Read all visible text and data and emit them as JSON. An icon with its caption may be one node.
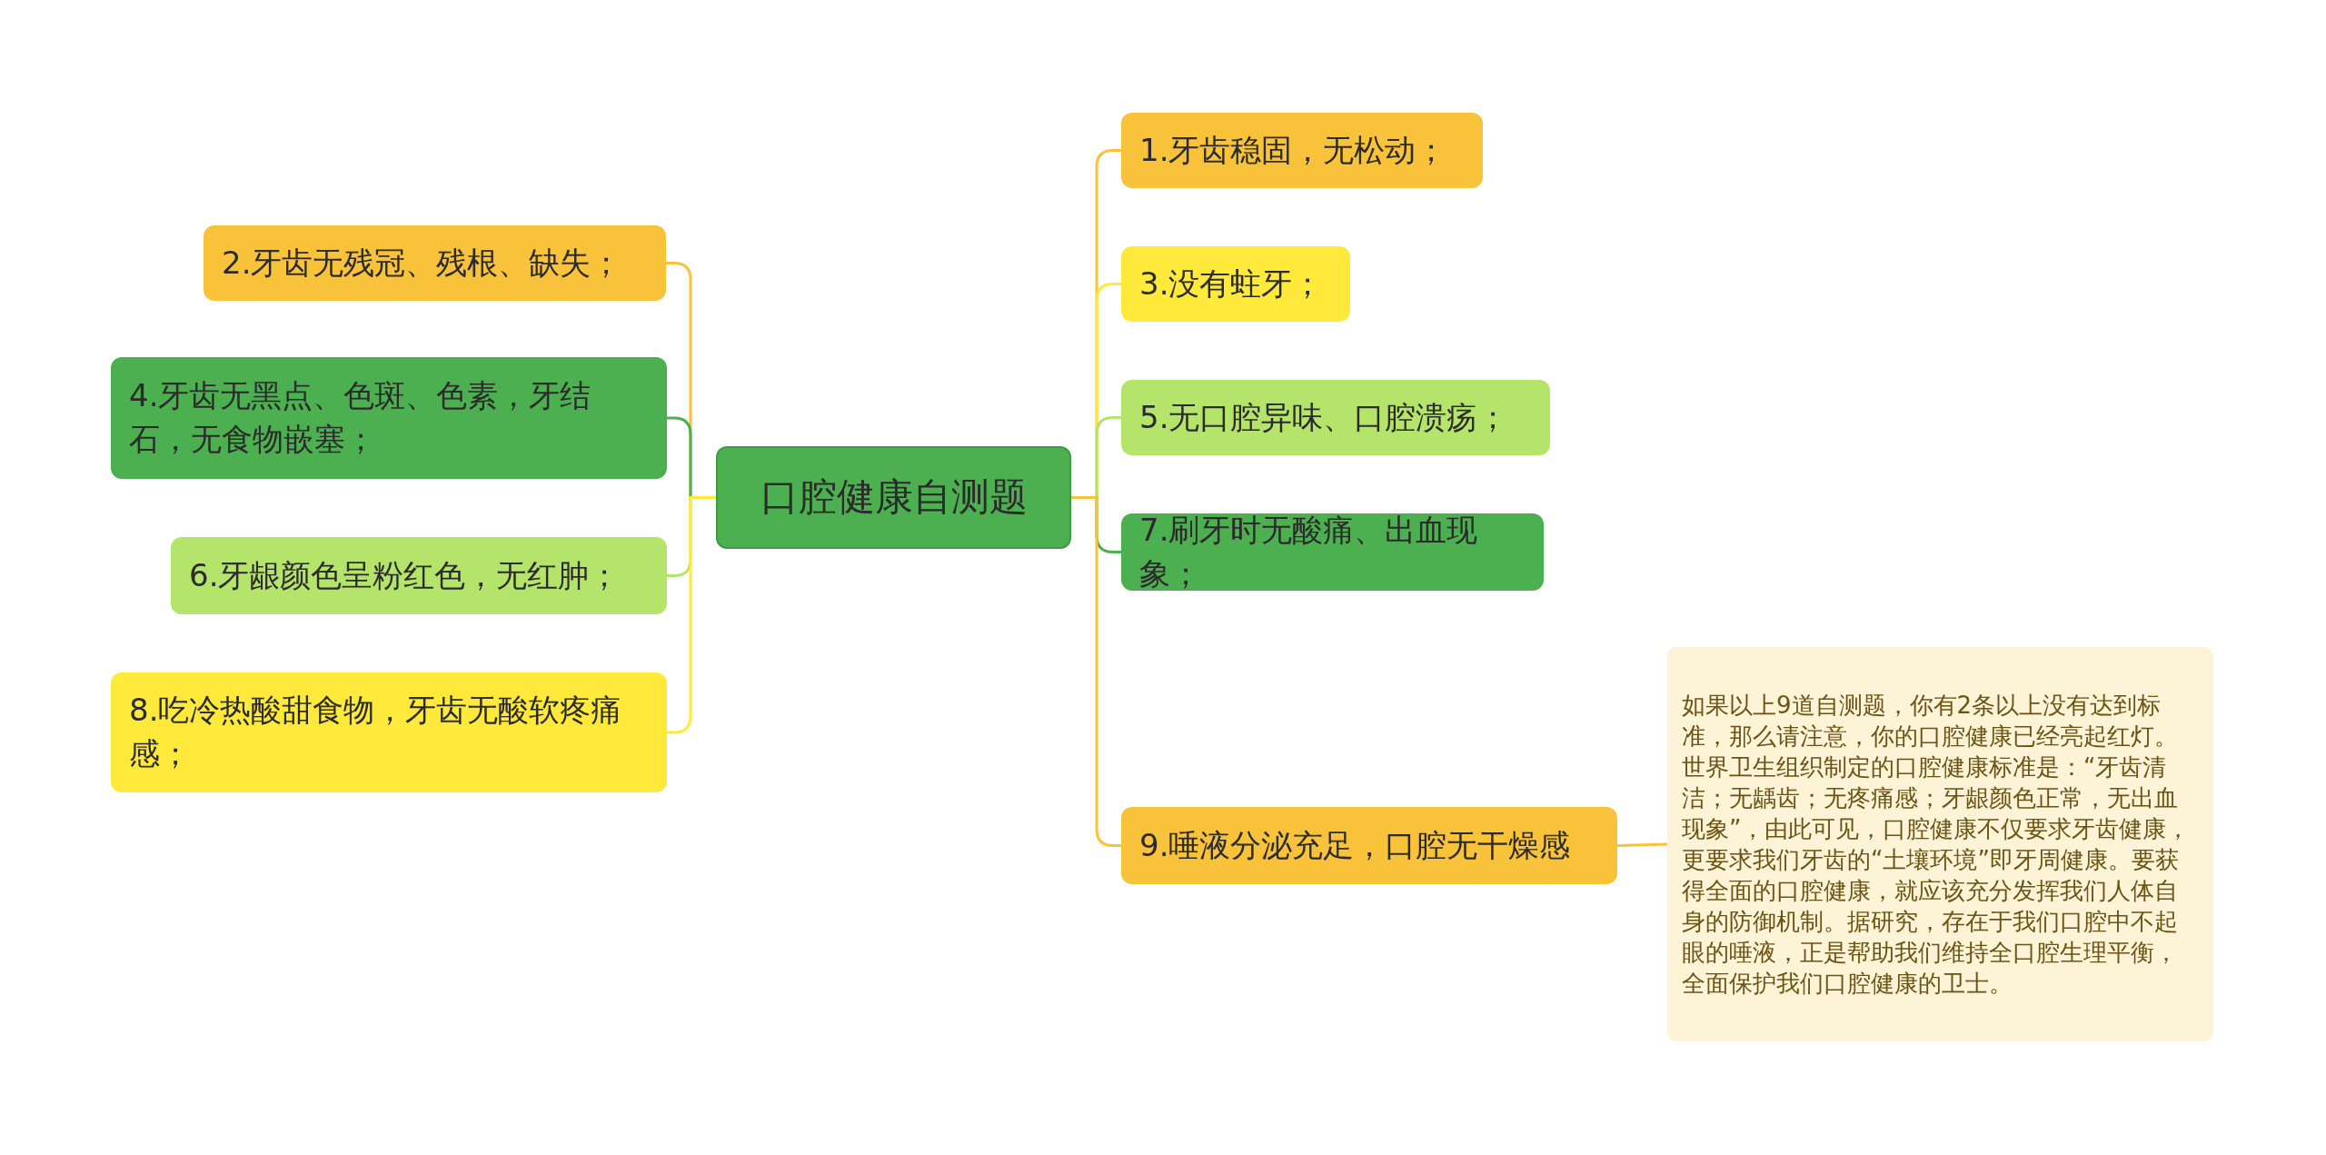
{
  "diagram": {
    "nodes": [
      {
        "text": [
          "口腔健康自测题"
        ]
      },
      {
        "text": [
          "1.牙齿稳固，无松动；"
        ]
      },
      {
        "text": [
          "2.牙齿无残冠、残根、缺失；"
        ]
      },
      {
        "text": [
          "3.没有蛀牙；"
        ]
      },
      {
        "text": [
          "4.牙齿无黑点、色斑、色素，牙结石，无食物嵌塞；"
        ]
      },
      {
        "text": [
          "5.无口腔异味、口腔溃疡；"
        ]
      },
      {
        "text": [
          "6.牙龈颜色呈粉红色，无红肿；"
        ]
      },
      {
        "text": [
          "7.刷牙时无酸痛、出血现象；"
        ]
      },
      {
        "text": [
          "8.吃冷热酸甜食物，牙齿无酸软疼痛感；"
        ]
      },
      {
        "text": [
          "9.唾液分泌充足，口腔无干燥感"
        ]
      },
      {
        "text": [
          "如果以上9道自测题，你有2条以上没有达到标准，那么请注意，你的口腔健康已经亮起红灯。世界卫生组织制定的口腔健康标准是：“牙齿清洁；无龋齿；无疼痛感；牙龈颜色正常，无出血现象”，由此可见，口腔健康不仅要求牙齿健康，更要求我们牙齿的“土壤环境”即牙周健康。要获得全面的口腔健康，就应该充分发挥我们人体自身的防御机制。据研究，存在于我们口腔中不起眼的唾液，正是帮助我们维持全口腔生理平衡，全面保护我们口腔健康的卫士。"
        ]
      }
    ],
    "edges": [
      {
        "from": 0,
        "to": 1,
        "arrow": "none"
      },
      {
        "from": 0,
        "to": 2,
        "arrow": "none"
      },
      {
        "from": 0,
        "to": 3,
        "arrow": "none",
        "color": "#ffe93a"
      },
      {
        "from": 0,
        "to": 4,
        "arrow": "none",
        "color": "#4caf50"
      },
      {
        "from": 0,
        "to": 5,
        "arrow": "none",
        "color": "#b5e46a"
      },
      {
        "from": 0,
        "to": 6,
        "arrow": "none",
        "color": "#b5e46a"
      },
      {
        "from": 0,
        "to": 7,
        "arrow": "none",
        "color": "#4caf50"
      },
      {
        "from": 0,
        "to": 8,
        "arrow": "none",
        "color": "#ffe93a"
      },
      {
        "from": 0,
        "to": 9,
        "arrow": "none"
      },
      {
        "from": 9,
        "to": 10,
        "arrow": "none"
      }
    ]
  }
}
